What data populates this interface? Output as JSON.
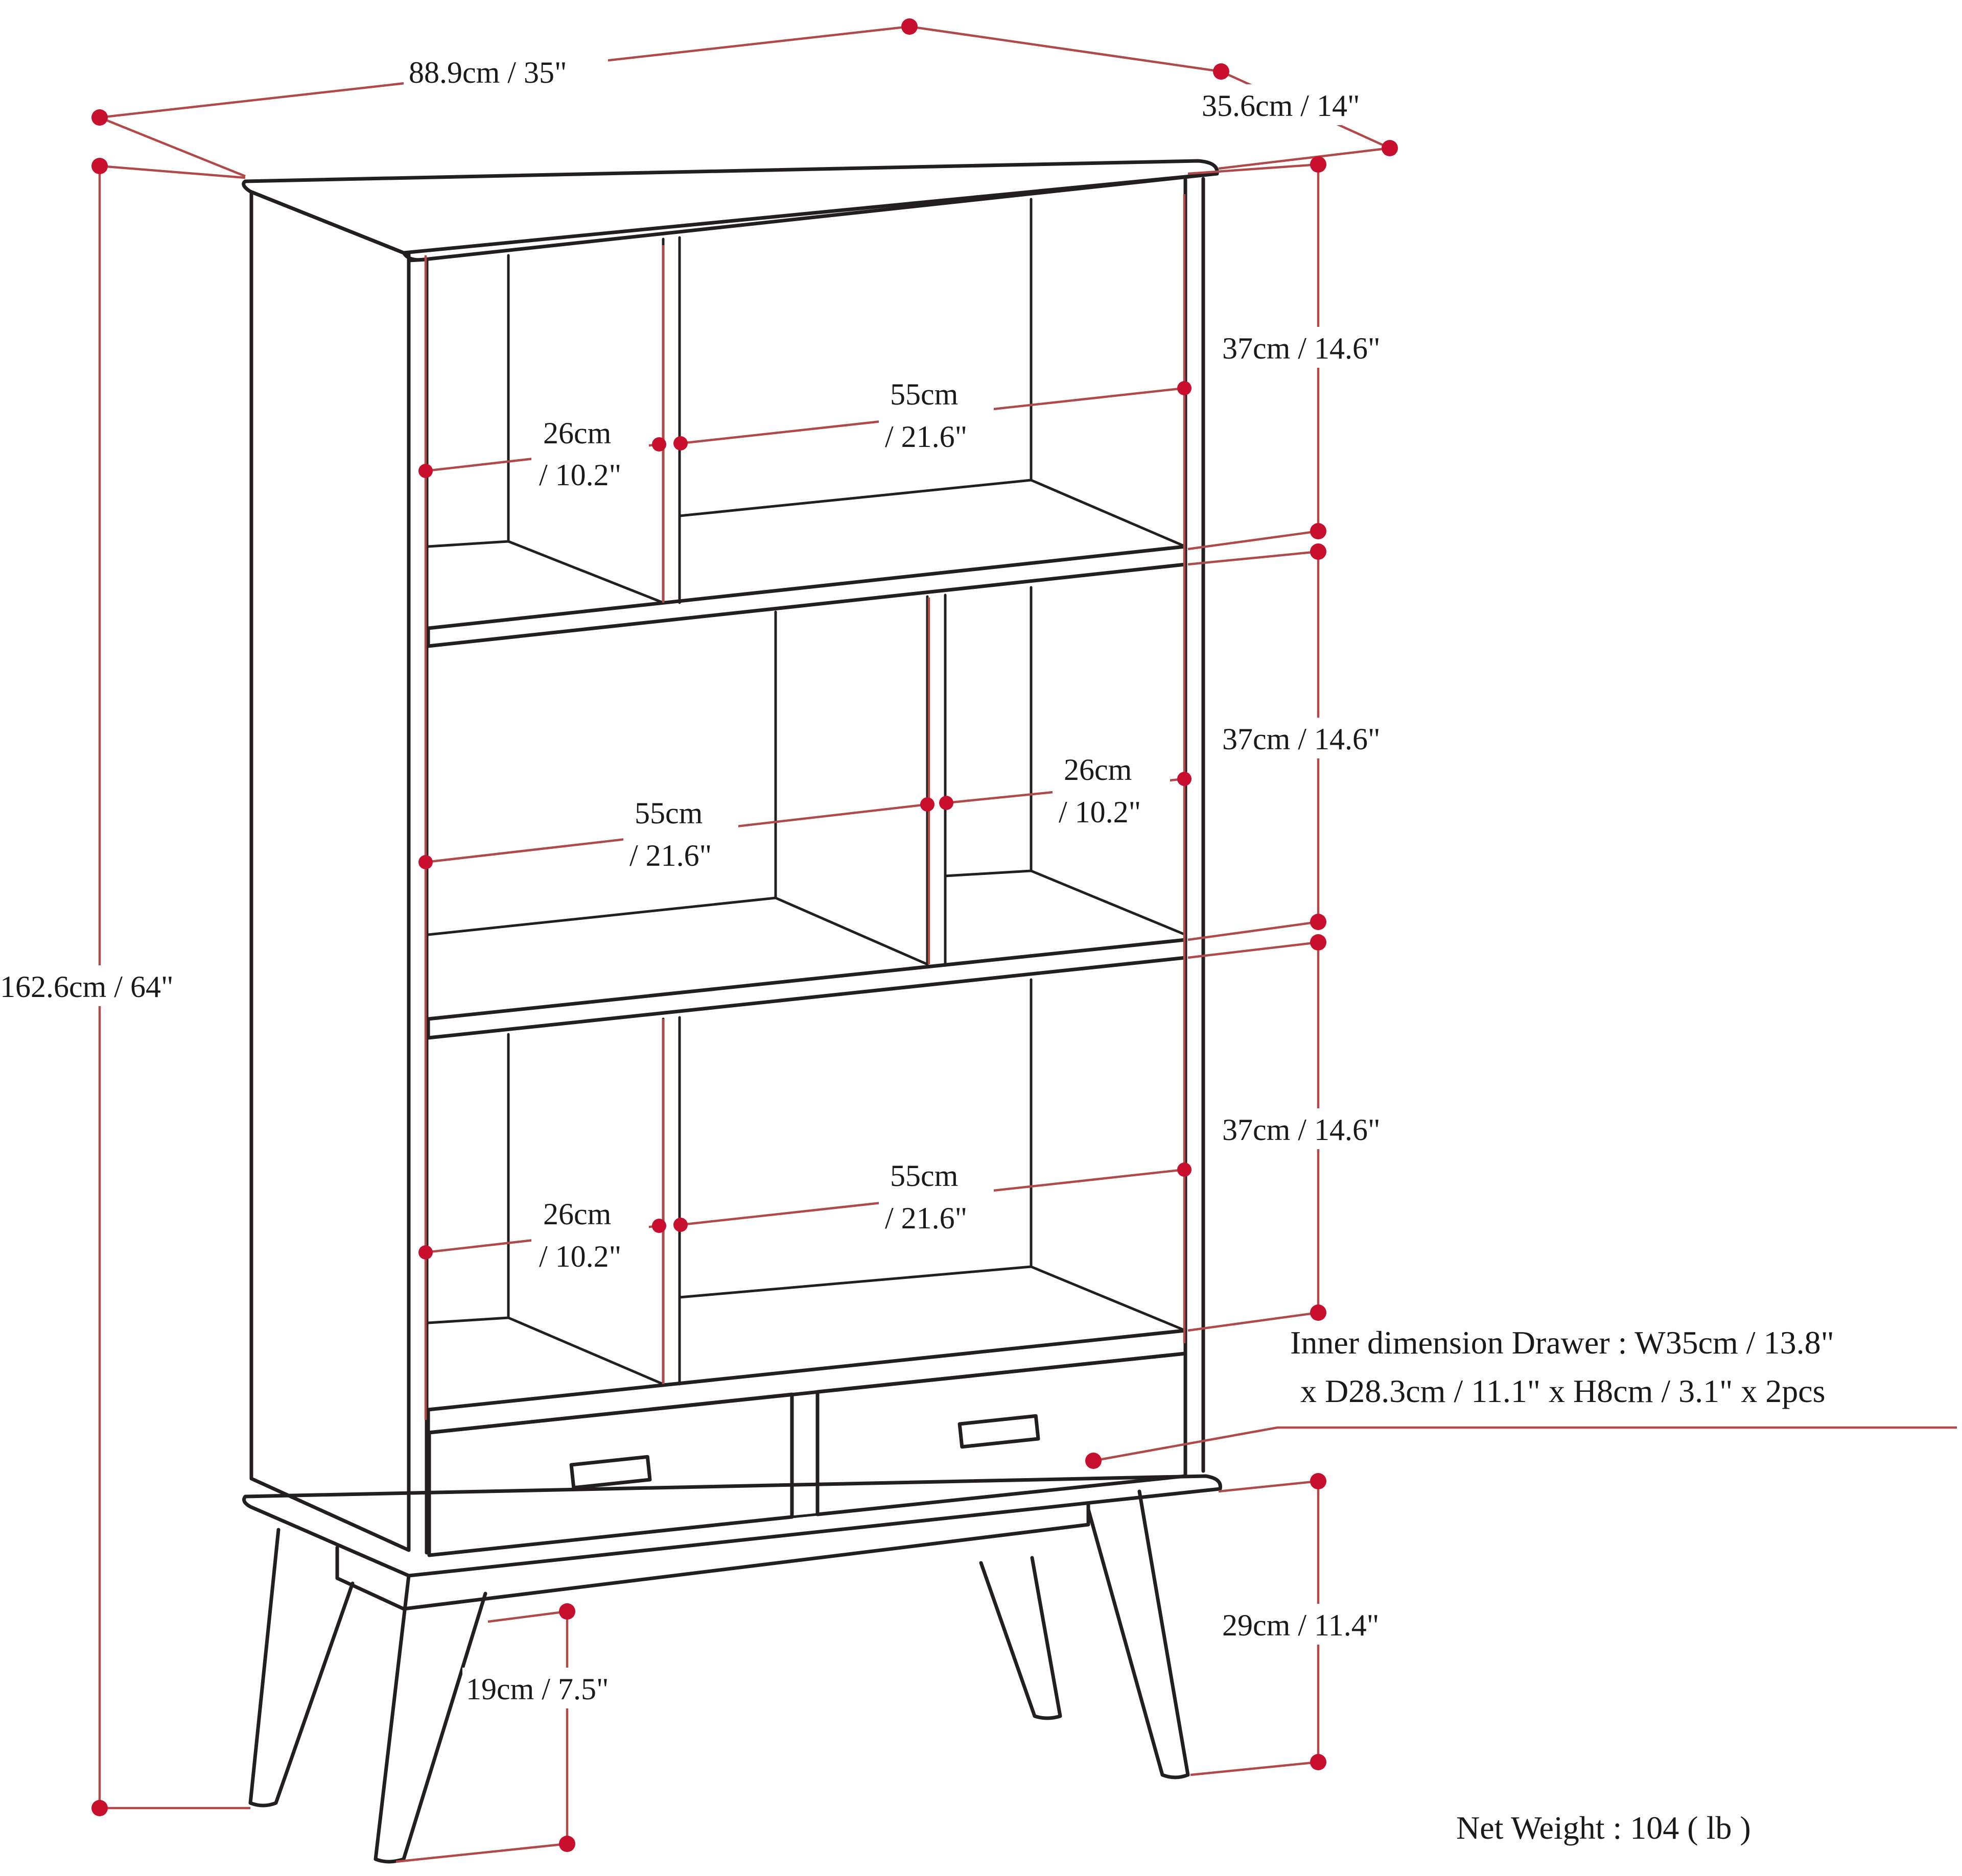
{
  "dimensions": {
    "width": "88.9cm / 35\"",
    "depth": "35.6cm / 14\"",
    "height": "162.6cm / 64\"",
    "shelf_height_top": "37cm / 14.6\"",
    "shelf_height_middle": "37cm / 14.6\"",
    "shelf_height_bottom": "37cm / 14.6\"",
    "base_height": "29cm / 11.4\"",
    "leg_clearance": "19cm / 7.5\"",
    "top_left_cubby": {
      "line1": "26cm",
      "line2": "/ 10.2\""
    },
    "top_right_cubby": {
      "line1": "55cm",
      "line2": "/ 21.6\""
    },
    "middle_left_cubby": {
      "line1": "55cm",
      "line2": "/ 21.6\""
    },
    "middle_right_cubby": {
      "line1": "26cm",
      "line2": "/ 10.2\""
    },
    "bottom_left_cubby": {
      "line1": "26cm",
      "line2": "/ 10.2\""
    },
    "bottom_right_cubby": {
      "line1": "55cm",
      "line2": "/ 21.6\""
    }
  },
  "drawer_note": {
    "line1": "Inner dimension Drawer : W35cm / 13.8\"",
    "line2": "x D28.3cm / 11.1\" x H8cm / 3.1\" x 2pcs"
  },
  "net_weight": "Net Weight : 104 ( lb )",
  "colors": {
    "dimension_line": "#b04a4a",
    "dimension_dot": "#c8102e",
    "furniture_line": "#231f20"
  }
}
